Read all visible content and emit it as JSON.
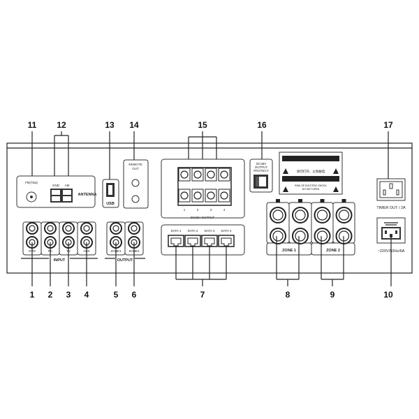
{
  "callouts_top": [
    "11",
    "12",
    "13",
    "14",
    "15",
    "16",
    "17"
  ],
  "callouts_bottom": [
    "1",
    "2",
    "3",
    "4",
    "5",
    "6",
    "7",
    "8",
    "9",
    "10"
  ],
  "antenna": {
    "fm": "FM(75Ω)",
    "gnd": "GND",
    "am": "AM",
    "label": "ANTENNA"
  },
  "usb": "USB",
  "remote": {
    "line1": "REMOTE",
    "line2": "OUT"
  },
  "inputs": {
    "channels": [
      "DVD",
      "PC",
      "TV",
      "AUX"
    ],
    "label": "INPUT"
  },
  "outputs": {
    "channels": [
      "ZONE1",
      "ZONE2"
    ],
    "label": "OUTPUT"
  },
  "dc_output": {
    "label": "DC36V OUTPUT",
    "channels": [
      "1",
      "2",
      "3",
      "4"
    ]
  },
  "data_ports": [
    "DATA 1",
    "DATA 2",
    "DATA 3",
    "DATA 4"
  ],
  "protect": {
    "line1": "DC36V",
    "line2": "OUTPUT",
    "line3": "PROTECT"
  },
  "warning": {
    "line1": "请勿打开，以免触电",
    "line2": "RISK OF ELECTRIC SHOCK",
    "line3": "DO NOT OPEN"
  },
  "zones": [
    "ZONE 1",
    "ZONE 2"
  ],
  "timer_out": "TIMER OUT / 2A",
  "power": "~220V/50Hz/6A"
}
